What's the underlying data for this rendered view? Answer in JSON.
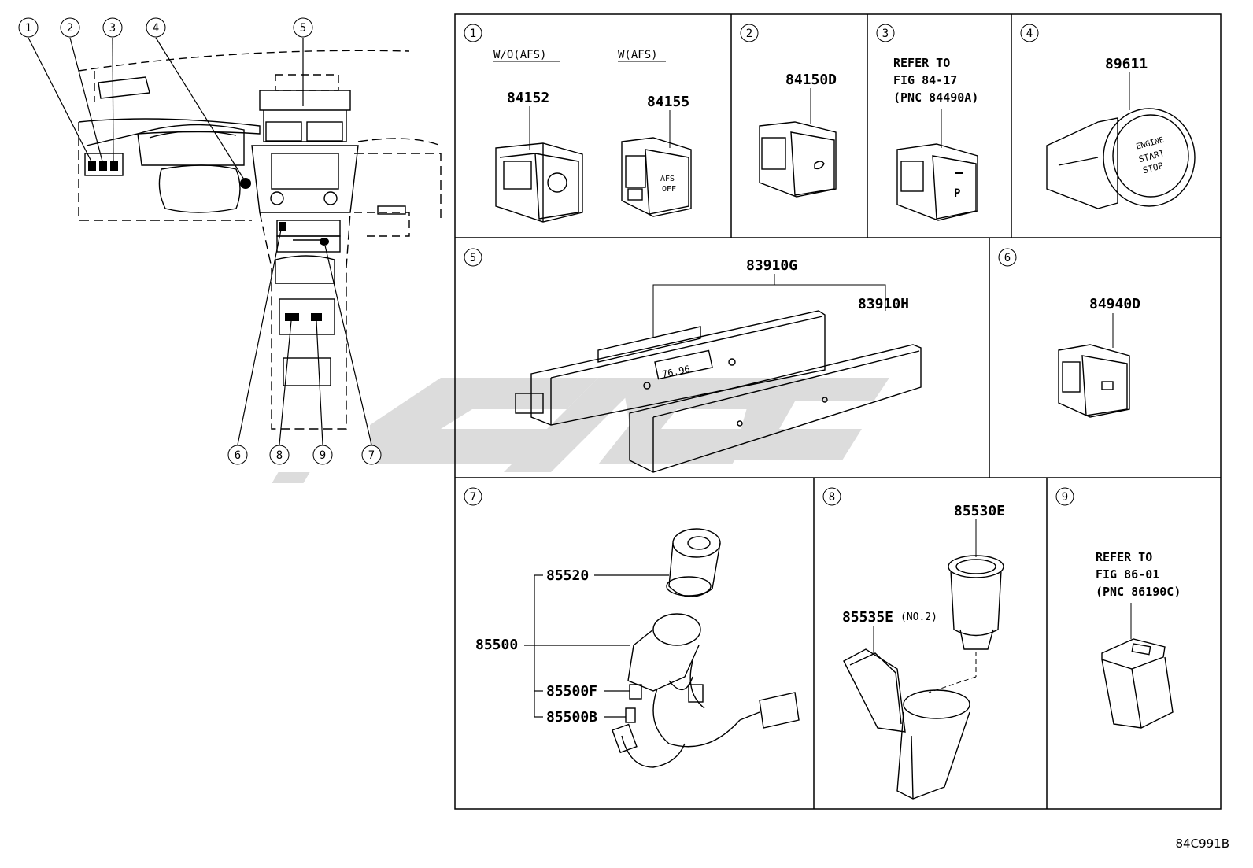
{
  "overview": {
    "callouts": [
      "1",
      "2",
      "3",
      "4",
      "5",
      "6",
      "8",
      "9",
      "7"
    ]
  },
  "panels": {
    "p1": {
      "index": "1",
      "variant_a": "W/O(AFS)",
      "variant_b": "W(AFS)",
      "part_a": "84152",
      "part_b": "84155",
      "button_label_1": "AFS",
      "button_label_2": "OFF"
    },
    "p2": {
      "index": "2",
      "part": "84150D"
    },
    "p3": {
      "index": "3",
      "note_1": "REFER TO",
      "note_2": "FIG 84-17",
      "note_3": "(PNC 84490A)",
      "button_label": "P"
    },
    "p4": {
      "index": "4",
      "part": "89611",
      "button_label_1": "ENGINE",
      "button_label_2": "START",
      "button_label_3": "STOP"
    },
    "p5": {
      "index": "5",
      "part_a": "83910G",
      "part_b": "83910H",
      "display_text": "76.96"
    },
    "p6": {
      "index": "6",
      "part": "84940D"
    },
    "p7": {
      "index": "7",
      "part_main": "85500",
      "part_1": "85520",
      "part_2": "85500F",
      "part_3": "85500B"
    },
    "p8": {
      "index": "8",
      "part_a": "85530E",
      "part_b": "85535E",
      "part_b_note": "(NO.2)"
    },
    "p9": {
      "index": "9",
      "note_1": "REFER TO",
      "note_2": "FIG 86-01",
      "note_3": "(PNC 86190C)"
    }
  },
  "figure_id": "84C991B",
  "colors": {
    "line": "#000000",
    "watermark": "#d6d6d6",
    "background": "#ffffff"
  }
}
